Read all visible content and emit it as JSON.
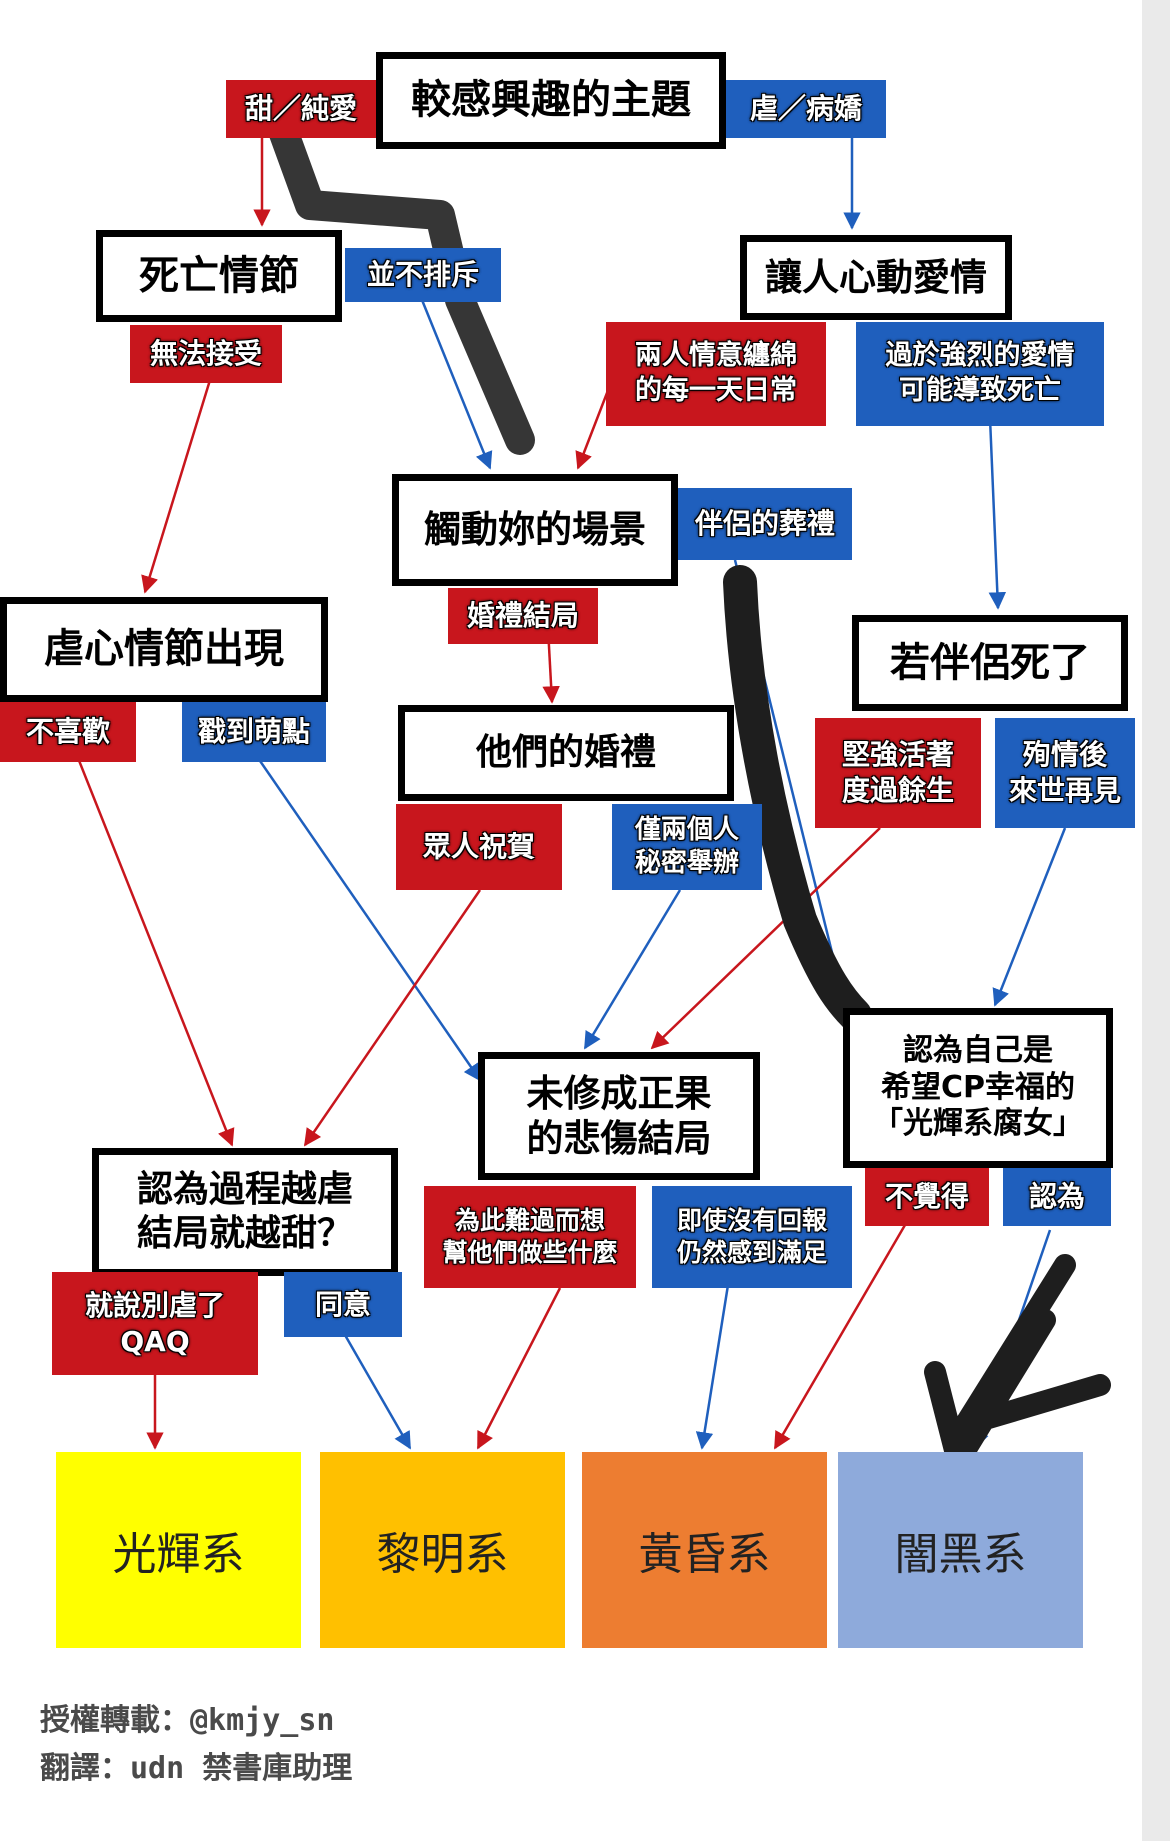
{
  "colors": {
    "red": "#c8161d",
    "blue": "#1f5fbd",
    "scribble": "#2b2b2b",
    "ribbon": "#1e1e1e"
  },
  "nodes": {
    "interest": "較感興趣的主題",
    "death_plot": "死亡情節",
    "touching_love": "讓人心動愛情",
    "touching_scene": "觸動妳的場景",
    "heartbreak_plot": "虐心情節出現",
    "partner_dies": "若伴侶死了",
    "their_wedding": "他們的婚禮",
    "unfulfilled": "未修成正果\n的悲傷結局",
    "radiant_fujoshi": "認為自己是\n希望CP幸福的\n「光輝系腐女」",
    "more_angst_sweeter": "認為過程越虐\n結局就越甜？"
  },
  "tags": {
    "sweet_pure": "甜／純愛",
    "angst_yandere": "虐／病嬌",
    "no_reject": "並不排斥",
    "cannot_accept": "無法接受",
    "daily_love": "兩人情意纏綿\n的每一天日常",
    "intense_love": "過於強烈的愛情\n可能導致死亡",
    "partner_funeral": "伴侶的葬禮",
    "wedding_ending": "婚禮結局",
    "dislike": "不喜歡",
    "hits_spot": "戳到萌點",
    "live_on": "堅強活著\n度過餘生",
    "die_for_love": "殉情後\n來世再見",
    "everyone_celebrates": "眾人祝賀",
    "secret_wedding": "僅兩個人\n秘密舉辦",
    "sad_do_something": "為此難過而想\n幫他們做些什麼",
    "satisfied_anyway": "即使沒有回報\n仍然感到滿足",
    "dont_think": "不覺得",
    "think_so": "認為",
    "dont_torment": "就說別虐了\nQAQ",
    "agree": "同意"
  },
  "results": [
    {
      "label": "光輝系",
      "color": "#ffff00"
    },
    {
      "label": "黎明系",
      "color": "#ffc000"
    },
    {
      "label": "黃昏系",
      "color": "#ed7d31"
    },
    {
      "label": "闇黑系",
      "color": "#8eaadb"
    }
  ],
  "credits": {
    "authorized": "授權轉載：@kmjy_sn",
    "translation": "翻譯：udn 禁書庫助理"
  }
}
